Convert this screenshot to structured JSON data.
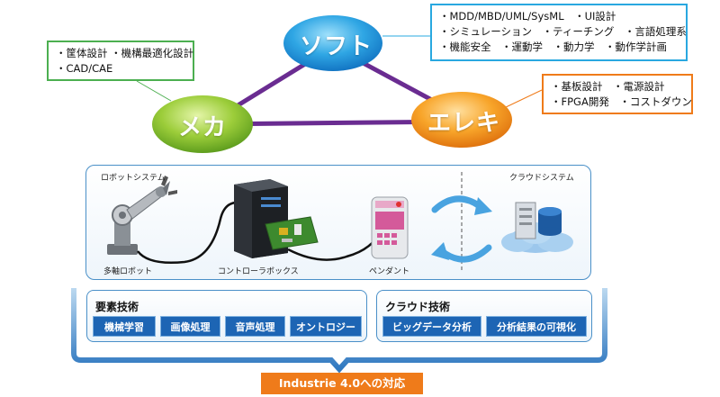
{
  "nodes": {
    "soft": "ソフト",
    "mecha": "メカ",
    "elec": "エレキ"
  },
  "soft_box": {
    "lines": [
      "・MDD/MBD/UML/SysML　・UI設計",
      "・シミュレーション　・ティーチング　・言語処理系",
      "・機能安全　・運動学　・動力学　・動作学計画"
    ]
  },
  "mecha_box": {
    "lines": [
      "・筐体設計 ・機構最適化設計",
      "・CAD/CAE"
    ]
  },
  "elec_box": {
    "lines": [
      "・基板設計　・電源設計",
      "・FPGA開発　・コストダウン"
    ]
  },
  "robot_system": {
    "title": "ロボットシステム",
    "arm_label": "多軸ロボット",
    "controller_label": "コントローラボックス",
    "pendant_label": "ペンダント"
  },
  "cloud_system": {
    "title": "クラウドシステム"
  },
  "element_tech": {
    "title": "要素技術",
    "chips": [
      "機械学習",
      "画像処理",
      "音声処理",
      "オントロジー"
    ]
  },
  "cloud_tech": {
    "title": "クラウド技術",
    "chips": [
      "ビッグデータ分析",
      "分析結果の可視化"
    ]
  },
  "cta": "Industrie 4.0への対応",
  "colors": {
    "soft_border": "#29a8e0",
    "mecha_border": "#4caf50",
    "elec_border": "#ef7b1a",
    "triangle": "#6a2c91",
    "chip_bg": "#1d65b4",
    "cta_bg": "#ef7b1a"
  }
}
